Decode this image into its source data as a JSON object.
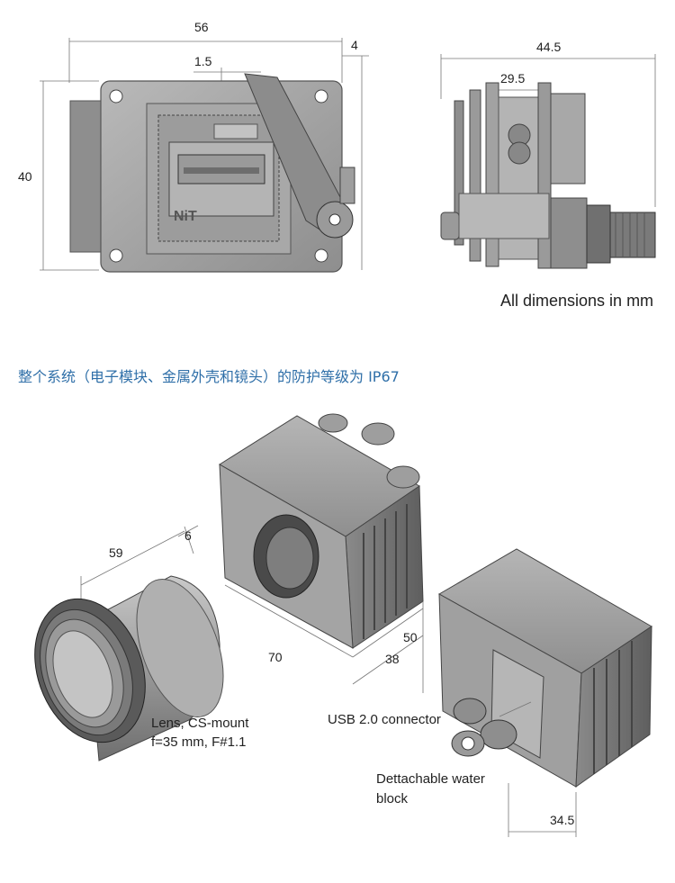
{
  "top_drawings": {
    "front_view": {
      "dim_width": "56",
      "dim_offset": "1.5",
      "dim_side": "4",
      "dim_height": "40",
      "logo_text": "NiT"
    },
    "side_view": {
      "dim_depth": "44.5",
      "dim_inner": "29.5",
      "units_note": "All dimensions in mm"
    }
  },
  "caption": "整个系统（电子模块、金属外壳和镜头）的防护等级为 IP67",
  "iso_view": {
    "lens": {
      "dim_length": "59",
      "dim_flange": "6",
      "label_line1": "Lens, CS-mount",
      "label_line2": "f=35 mm, F#1.1"
    },
    "housing": {
      "dim_length": "70",
      "dim_width": "38",
      "dim_height": "50",
      "usb_label": "USB 2.0 connector",
      "water_label_line1": "Dettachable water",
      "water_label_line2": "block",
      "water_dim": "34.5"
    }
  }
}
